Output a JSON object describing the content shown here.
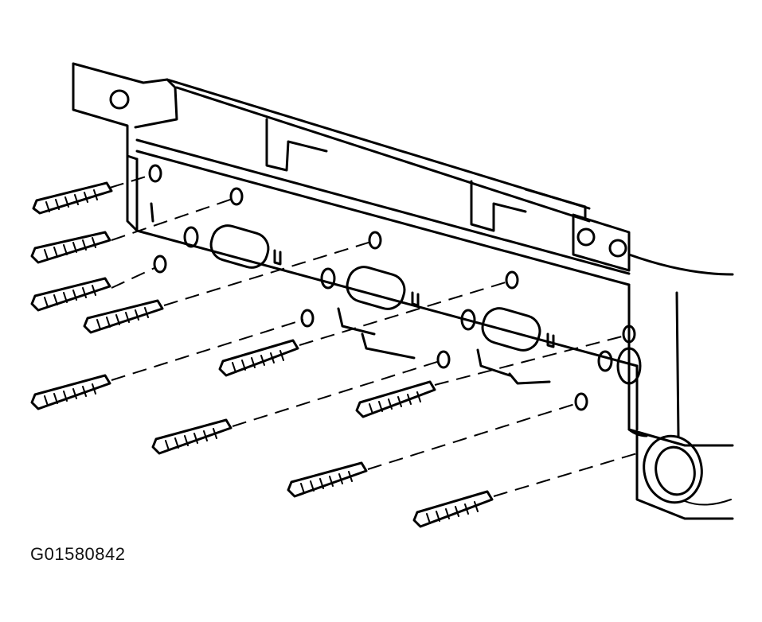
{
  "figure": {
    "id_label": "G01580842"
  },
  "colors": {
    "ink": "#000000",
    "paper": "#ffffff"
  },
  "parts": {
    "stud_count": 10,
    "gasket_port_count": 4
  }
}
